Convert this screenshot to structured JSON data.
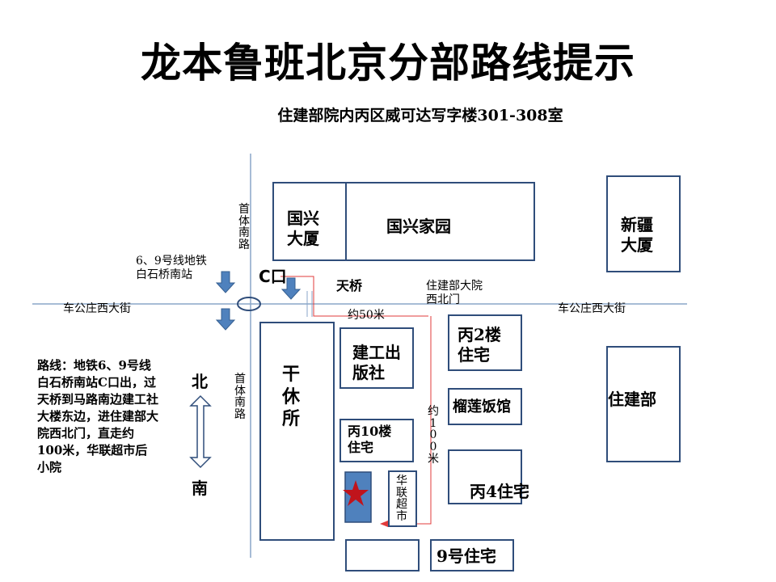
{
  "title": "龙本鲁班北京分部路线提示",
  "address": "住建部院内丙区威可达写字楼301-308室",
  "roads": {
    "street_left": "车公庄西大街",
    "street_right": "车公庄西大街",
    "road_upper": "首体南路",
    "road_lower": "首体南路"
  },
  "buildings": {
    "guoxing_dasha": "国兴大厦",
    "guoxing_jiayuan": "国兴家园",
    "xinjiang_dasha": "新疆大厦",
    "ganxiusuo": "干休所",
    "jiangong": "建工出版社",
    "bing2": "丙2楼住宅",
    "liulian": "榴莲饭馆",
    "zhujianbu": "住建部",
    "bing10": "丙10楼住宅",
    "huanlian": "华联超市",
    "bing4": "丙4住宅",
    "no9": "9号住宅"
  },
  "labels": {
    "subway": "6、9号线地铁白石桥南站",
    "exit_c": "C口",
    "bridge": "天桥",
    "gate": "住建部大院西北门",
    "dist50": "约50米",
    "dist100": "约100米",
    "north": "北",
    "south": "南"
  },
  "route_text": "路线：地铁6、9号线白石桥南站C口出，过天桥到马路南边建工社大楼东边，进住建部大院西北门，直走约100米，华联超市后小院",
  "colors": {
    "building_border": "#2f4d7a",
    "arrow_blue": "#4f81bd",
    "route_red": "#e23b3b",
    "star_red": "#c0141c",
    "road_line": "#8aa6c8"
  }
}
